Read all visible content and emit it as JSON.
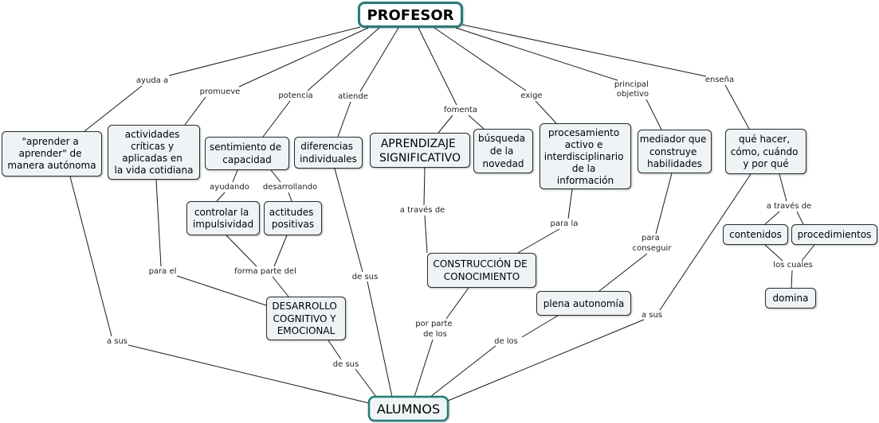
{
  "concepts": {
    "profesor": "PROFESOR",
    "aprender_autonomo": [
      "\"aprender a",
      "aprender\" de",
      "manera autónoma"
    ],
    "actividades": [
      "actividades",
      "críticas y",
      "aplicadas en",
      "la vida cotidiana"
    ],
    "sentimiento": [
      "sentimiento de",
      "capacidad"
    ],
    "diferencias": [
      "diferencias",
      "individuales"
    ],
    "aprendizaje": [
      "APRENDIZAJE",
      "SIGNIFICATIVO"
    ],
    "busqueda": [
      "búsqueda",
      "de la",
      "novedad"
    ],
    "procesamiento": [
      "procesamiento",
      "activo e",
      "interdisciplinario",
      "de la",
      "información"
    ],
    "mediador": [
      "mediador que",
      "construye",
      "habilidades"
    ],
    "que_hacer": [
      "qué hacer,",
      "cómo, cuándo",
      "y por qué"
    ],
    "controlar": [
      "controlar la",
      "impulsividad"
    ],
    "actitudes": [
      "actitudes",
      "positivas"
    ],
    "construccion": [
      "CONSTRUCCIÓN DE",
      "CONOCIMIENTO"
    ],
    "plena_autonomia": "plena autonomía",
    "contenidos": "contenidos",
    "procedimientos": "procedimientos",
    "domina": "domina",
    "desarrollo": [
      "DESARROLLO",
      "COGNITIVO Y",
      "EMOCIONAL"
    ],
    "alumnos": "ALUMNOS"
  },
  "links": {
    "ayuda_a": "ayuda a",
    "promueve": "promueve",
    "potencia": "potencia",
    "atiende": "atiende",
    "fomenta": "fomenta",
    "exige": "exige",
    "principal_objetivo": [
      "principal",
      "objetivo"
    ],
    "ensena": "enseña",
    "ayudando": "ayudando",
    "desarrollando": "desarrollando",
    "a_traves_de_1": "a través de",
    "para_la": "para la",
    "para_conseguir": [
      "para",
      "conseguir"
    ],
    "a_traves_de_2": "a través de",
    "los_cuales": "los cuales",
    "para_el": "para el",
    "forma_parte_del": "forma parte del",
    "de_sus_1": "de sus",
    "por_parte_de_los": [
      "por parte",
      "de los"
    ],
    "de_los": "de los",
    "a_sus_1": "a sus",
    "a_sus_2": "a sus",
    "de_sus_2": "de sus"
  },
  "colors": {
    "node_fill": "#eef3f5",
    "node_border": "#2b2b2b",
    "root_border": "#1f7f78",
    "alumnos_fill": "#eef5f4",
    "line": "#1a1a1a",
    "text": "#000000"
  }
}
